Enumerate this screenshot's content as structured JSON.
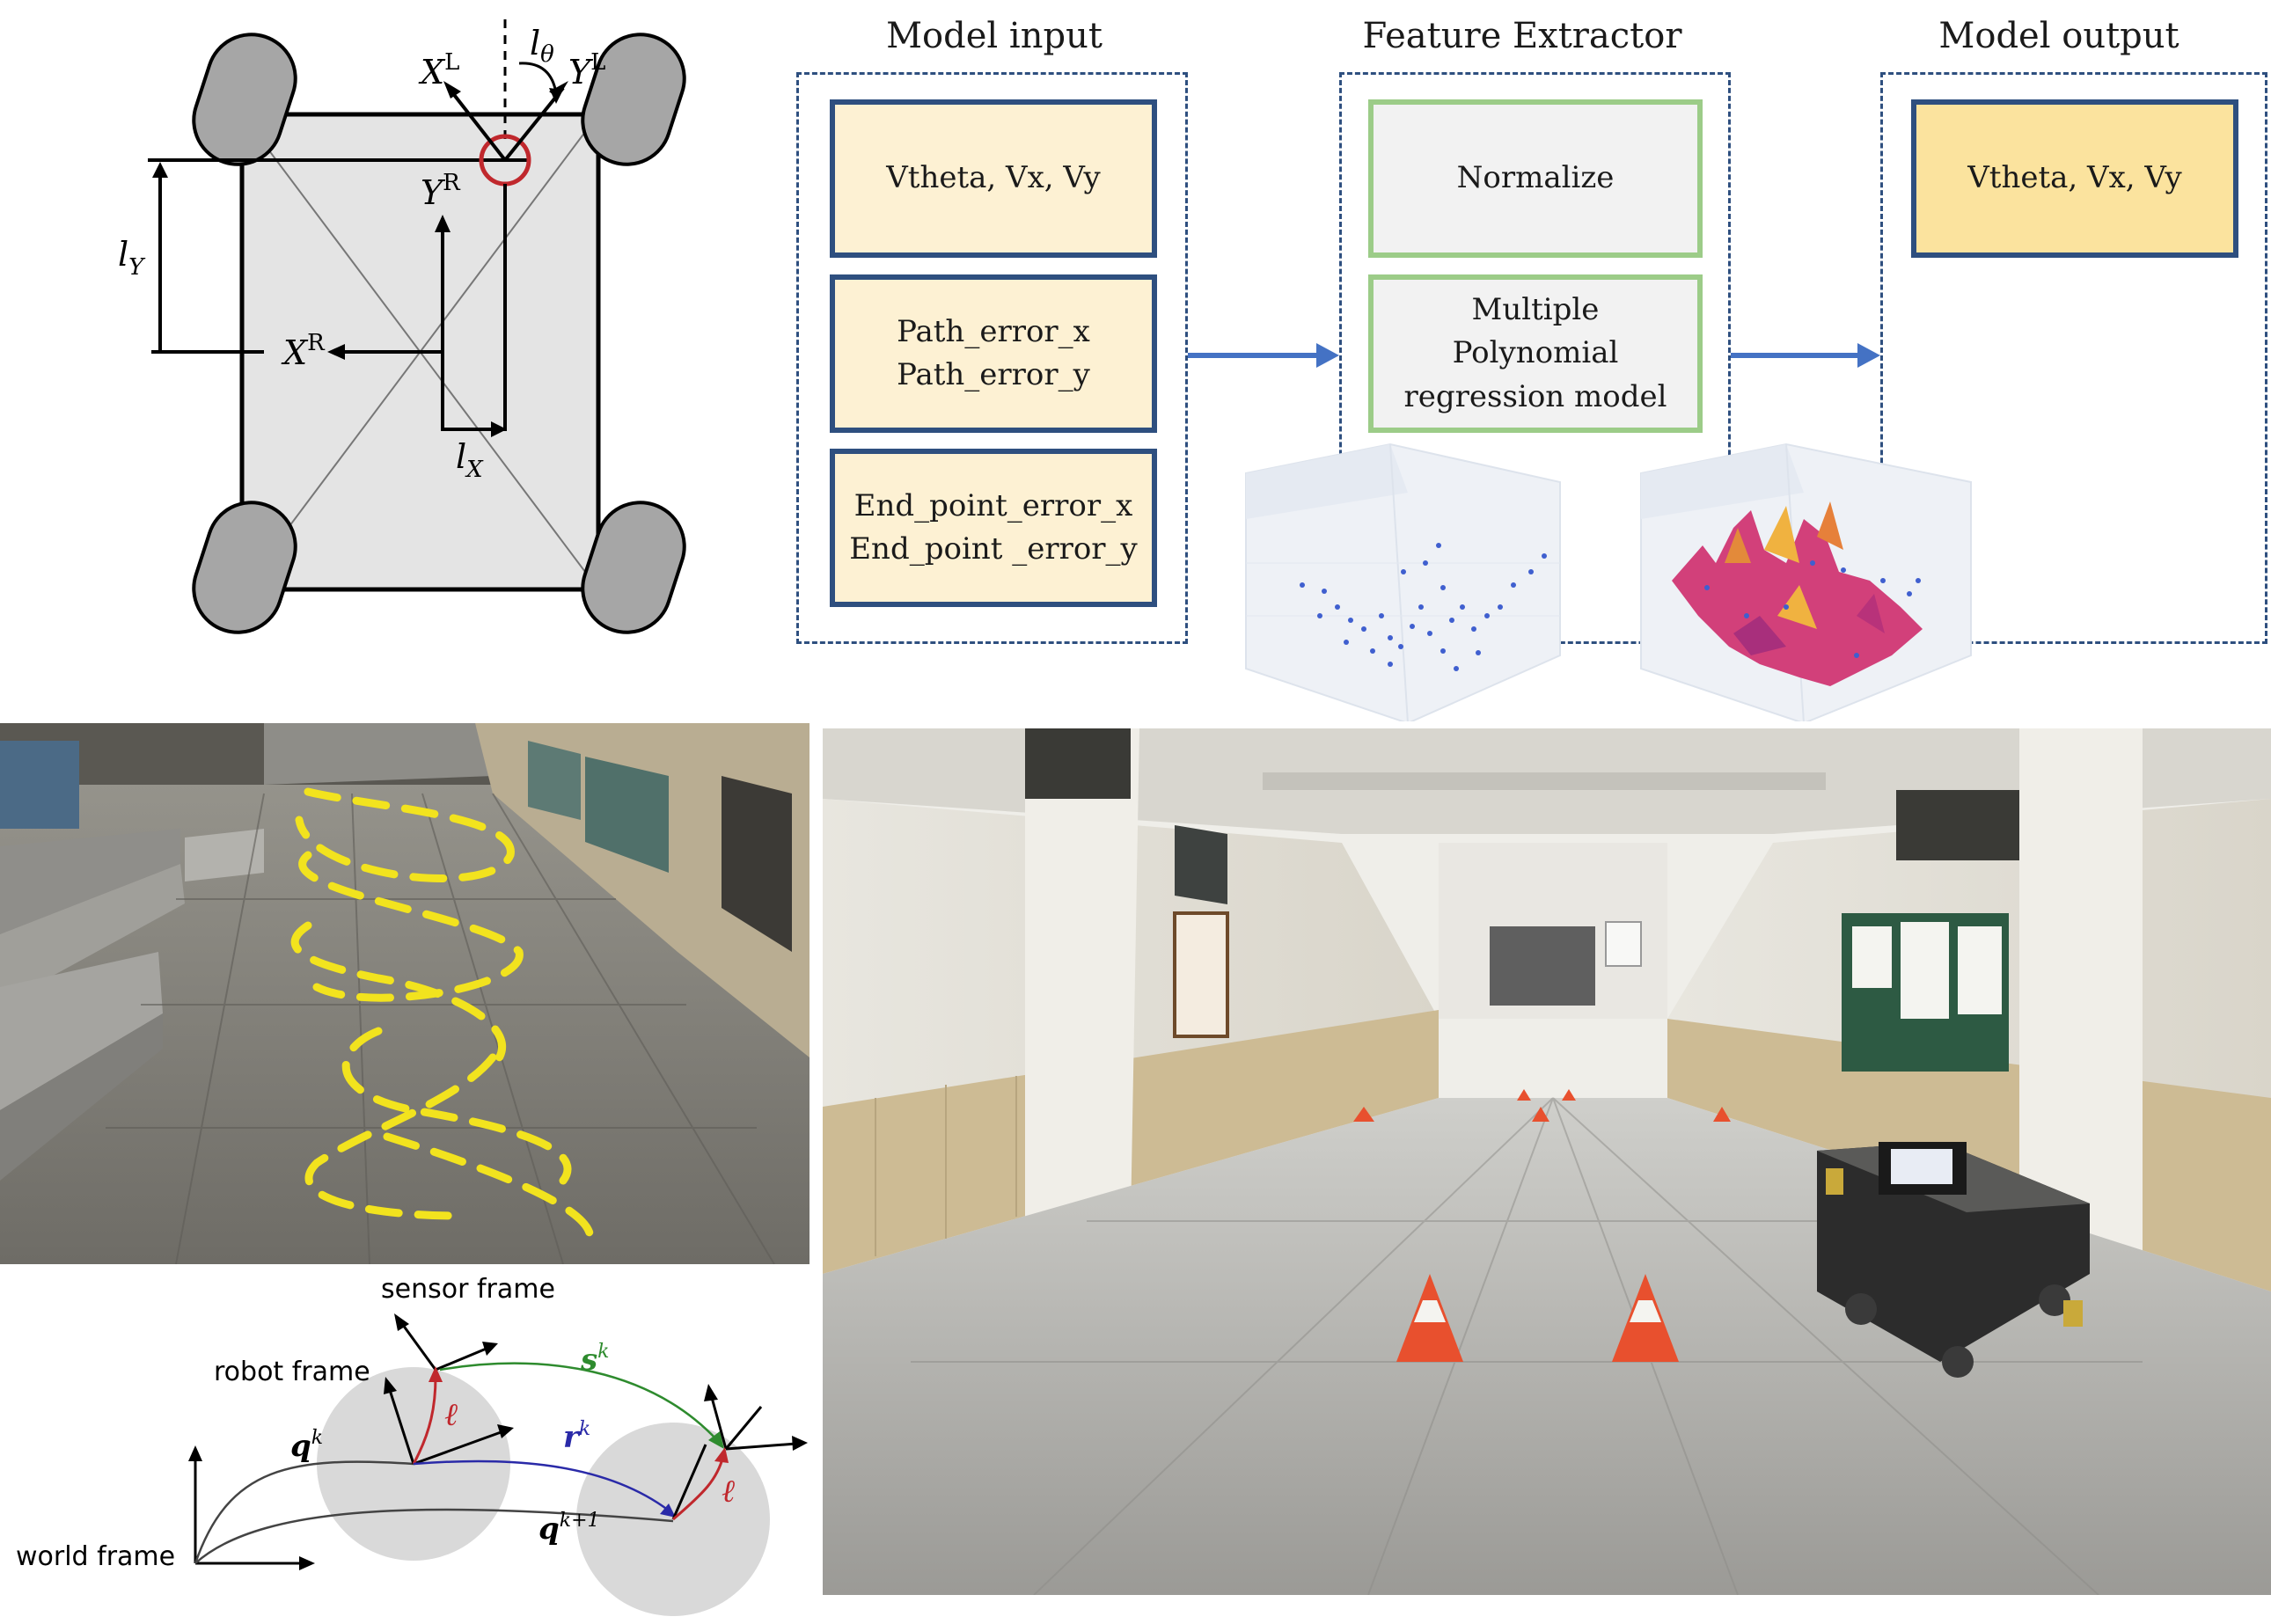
{
  "robot_diagram": {
    "labels": {
      "x_local": "X",
      "x_local_sup": "L",
      "y_local": "Y",
      "y_local_sup": "L",
      "l_theta": "l",
      "l_theta_sub": "θ",
      "y_robot": "Y",
      "y_robot_sup": "R",
      "x_robot": "X",
      "x_robot_sup": "R",
      "l_y": "l",
      "l_y_sub": "Y",
      "l_x": "l",
      "l_x_sub": "X"
    }
  },
  "pipeline": {
    "input_title": "Model input",
    "extractor_title": "Feature Extractor",
    "output_title": "Model output",
    "inputs": [
      "Vtheta, Vx, Vy",
      "Path_error_x\nPath_error_y",
      "End_point_error_x\nEnd_point _error_y"
    ],
    "extractor": [
      "Normalize",
      "Multiple\nPolynomial\nregression model"
    ],
    "outputs": [
      "Vtheta, Vx, Vy"
    ],
    "colors": {
      "frame": "#2e4f7f",
      "input_fill": "#fdf1d3",
      "extractor_border": "#9ccc88",
      "output_fill": "#fbe39e",
      "arrow": "#4472c4"
    }
  },
  "frames_diagram": {
    "sensor_frame": "sensor frame",
    "robot_frame": "robot frame",
    "world_frame": "world frame",
    "s_k": "s",
    "s_k_sup": "k",
    "q_k": "q",
    "q_k_sup": "k",
    "r_k": "r",
    "r_k_sup": "k",
    "q_k1": "q",
    "q_k1_sup": "k+1",
    "ell": "ℓ",
    "colors": {
      "s_arrow": "#2e8b2e",
      "r_arrow": "#2a2aa8",
      "ell": "#c0282d"
    }
  }
}
